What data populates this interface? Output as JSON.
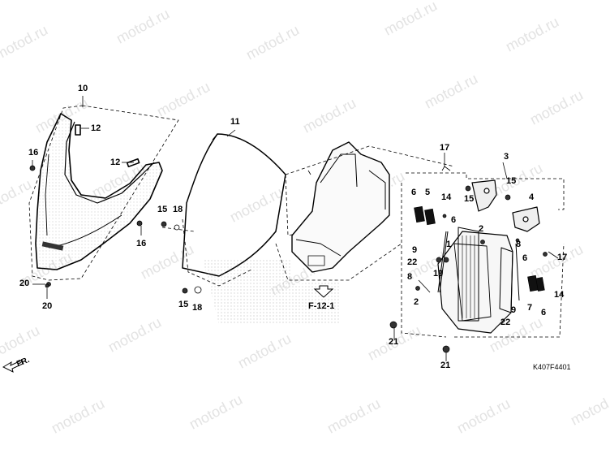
{
  "watermark": "motod.ru",
  "diagram_code": "K407F4401",
  "reference": "F-12-1",
  "direction": "FR.",
  "callouts": {
    "c10": "10",
    "c12a": "12",
    "c12b": "12",
    "c16a": "16",
    "c16b": "16",
    "c20a": "20",
    "c20b": "20",
    "c11": "11",
    "c15a": "15",
    "c18a": "18",
    "c15b": "15",
    "c18b": "18",
    "c17a": "17",
    "c3": "3",
    "c15c": "15",
    "c15d": "15",
    "c4": "4",
    "c6a": "6",
    "c5": "5",
    "c14a": "14",
    "c6b": "6",
    "c9a": "9",
    "c22a": "22",
    "c1": "1",
    "c19": "19",
    "c2a": "2",
    "c8a": "8",
    "c2b": "2",
    "c8b": "8",
    "c6c": "6",
    "c7": "7",
    "c14b": "14",
    "c9b": "9",
    "c22b": "22",
    "c6d": "6",
    "c17b": "17",
    "c21a": "21",
    "c21b": "21"
  }
}
